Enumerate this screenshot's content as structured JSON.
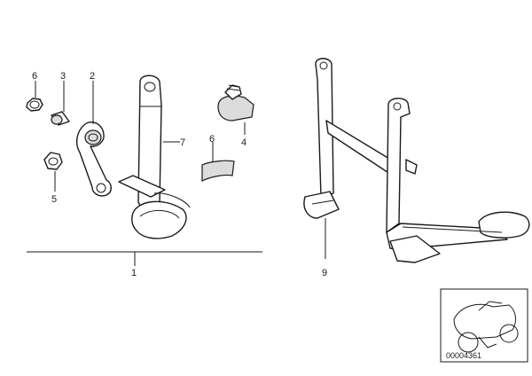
{
  "callouts": {
    "p1": "1",
    "p2": "2",
    "p3": "3",
    "p4": "4",
    "p5": "5",
    "p6a": "6",
    "p6b": "6",
    "p7": "7",
    "p9": "9"
  },
  "thumbnail": {
    "reference_number": "00004361"
  }
}
